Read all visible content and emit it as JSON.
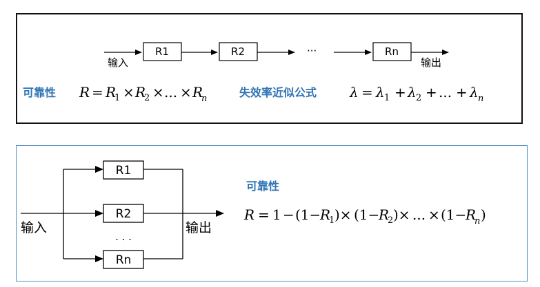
{
  "series": {
    "input_label": "输入",
    "output_label": "输出",
    "blocks": [
      "R1",
      "R2",
      "Rn"
    ],
    "ellipsis": "···",
    "reliability_label": "可靠性",
    "reliability_formula": {
      "lhs": "R",
      "eq": "=",
      "terms": [
        {
          "sym": "R",
          "sub": "1"
        },
        {
          "sym": "R",
          "sub": "2"
        },
        {
          "sym": "...",
          "sub": ""
        },
        {
          "sym": "R",
          "sub": "n"
        }
      ],
      "op": "×"
    },
    "failure_rate_label": "失效率近似公式",
    "failure_formula": {
      "lhs": "λ",
      "eq": "=",
      "terms": [
        {
          "sym": "λ",
          "sub": "1"
        },
        {
          "sym": "λ",
          "sub": "2"
        },
        {
          "sym": "...",
          "sub": ""
        },
        {
          "sym": "λ",
          "sub": "n"
        }
      ],
      "op": "+"
    }
  },
  "parallel": {
    "input_label": "输入",
    "output_label": "输出",
    "blocks": [
      "R1",
      "R2",
      "Rn"
    ],
    "ellipsis": ". . .",
    "reliability_label": "可靠性",
    "formula": {
      "lhs": "R",
      "eq": "=",
      "one": "1",
      "terms": [
        {
          "sym": "R",
          "sub": "1"
        },
        {
          "sym": "R",
          "sub": "2"
        },
        {
          "sym": "...",
          "sub": ""
        },
        {
          "sym": "R",
          "sub": "n"
        }
      ]
    }
  },
  "colors": {
    "accent": "#2f75b5",
    "panel2_border": "#4f8cbf"
  }
}
